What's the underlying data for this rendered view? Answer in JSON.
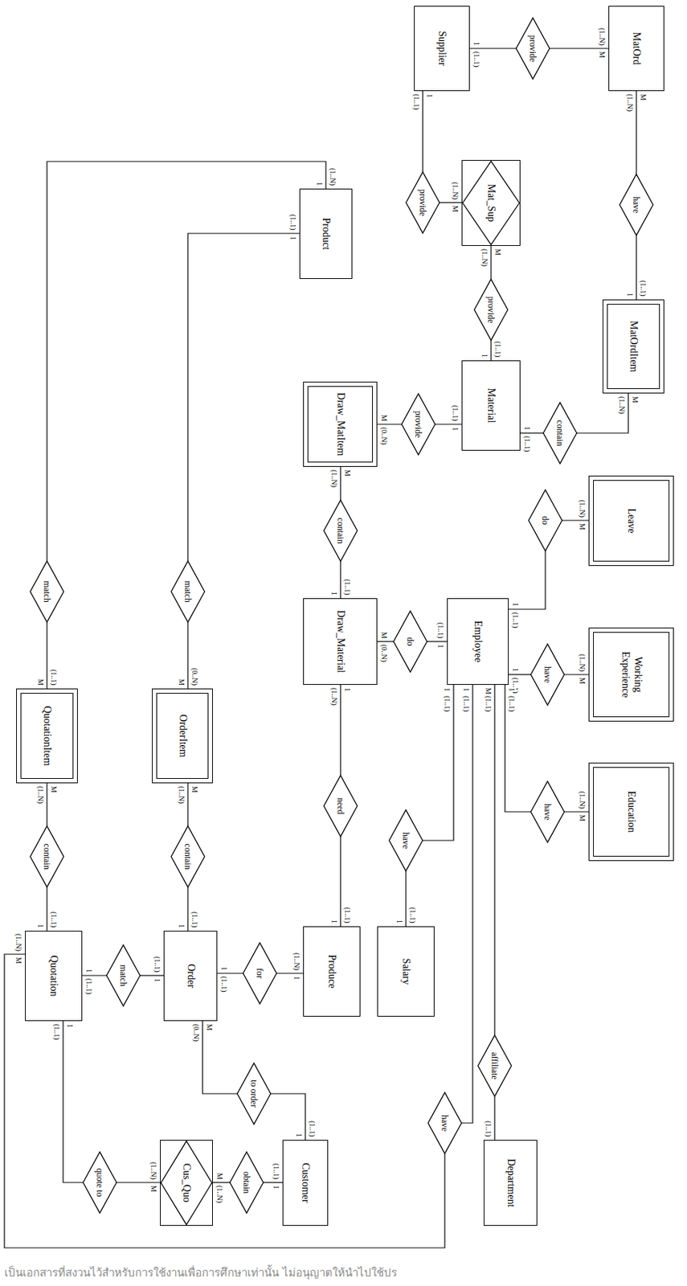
{
  "diagram": {
    "nodes": [
      {
        "text": [
          "Supplier"
        ]
      },
      {
        "text": [
          "provide"
        ]
      },
      {
        "text": [
          "MatOrd"
        ]
      },
      {
        "text": [
          "provide"
        ]
      },
      {
        "text": [
          "Mat_Sup"
        ]
      },
      {
        "text": [
          "have"
        ]
      },
      {
        "text": [
          "MatOrdItem"
        ]
      },
      {
        "text": [
          "provide"
        ]
      },
      {
        "text": [
          "Material"
        ]
      },
      {
        "text": [
          "contain"
        ]
      },
      {
        "text": [
          "provide"
        ]
      },
      {
        "text": [
          "Draw_MatItem"
        ]
      },
      {
        "text": [
          "Product"
        ]
      },
      {
        "text": [
          "contain"
        ]
      },
      {
        "text": [
          "Draw_Material"
        ]
      },
      {
        "text": [
          "do"
        ]
      },
      {
        "text": [
          "Employee"
        ]
      },
      {
        "text": [
          "Leave"
        ]
      },
      {
        "text": [
          "do"
        ]
      },
      {
        "text": [
          "Working Experience"
        ]
      },
      {
        "text": [
          "have"
        ]
      },
      {
        "text": [
          "Education"
        ]
      },
      {
        "text": [
          "have"
        ]
      },
      {
        "text": [
          "QuotationItem"
        ]
      },
      {
        "text": [
          "match"
        ]
      },
      {
        "text": [
          "OrderItem"
        ]
      },
      {
        "text": [
          "match"
        ]
      },
      {
        "text": [
          "contain"
        ]
      },
      {
        "text": [
          "contain"
        ]
      },
      {
        "text": [
          "Quotation"
        ]
      },
      {
        "text": [
          "Order"
        ]
      },
      {
        "text": [
          "match"
        ]
      },
      {
        "text": [
          "for"
        ]
      },
      {
        "text": [
          "Produce"
        ]
      },
      {
        "text": [
          "need"
        ]
      },
      {
        "text": [
          "Salary"
        ]
      },
      {
        "text": [
          "have"
        ]
      },
      {
        "text": [
          "have"
        ]
      },
      {
        "text": [
          "affiliate"
        ]
      },
      {
        "text": [
          "Department"
        ]
      },
      {
        "text": [
          "quote to"
        ]
      },
      {
        "text": [
          "Cus_Quo"
        ]
      },
      {
        "text": [
          "obtain"
        ]
      },
      {
        "text": [
          "Customer"
        ]
      },
      {
        "text": [
          "to order"
        ]
      }
    ],
    "edges": [
      {
        "from": 0,
        "to": 1,
        "arrow": "none"
      },
      {
        "from": 1,
        "to": 2,
        "arrow": "none"
      },
      {
        "from": 0,
        "to": 3,
        "arrow": "none"
      },
      {
        "from": 3,
        "to": 4,
        "arrow": "none"
      },
      {
        "from": 2,
        "to": 5,
        "arrow": "none"
      },
      {
        "from": 5,
        "to": 6,
        "arrow": "none"
      },
      {
        "from": 4,
        "to": 7,
        "arrow": "none"
      },
      {
        "from": 7,
        "to": 8,
        "arrow": "none"
      },
      {
        "from": 8,
        "to": 9,
        "arrow": "none"
      },
      {
        "from": 9,
        "to": 6,
        "arrow": "none"
      },
      {
        "from": 8,
        "to": 10,
        "arrow": "none"
      },
      {
        "from": 10,
        "to": 11,
        "arrow": "none"
      },
      {
        "from": 11,
        "to": 13,
        "arrow": "none"
      },
      {
        "from": 13,
        "to": 14,
        "arrow": "none"
      },
      {
        "from": 14,
        "to": 15,
        "arrow": "none"
      },
      {
        "from": 15,
        "to": 16,
        "arrow": "none"
      },
      {
        "from": 16,
        "to": 18,
        "arrow": "none"
      },
      {
        "from": 18,
        "to": 17,
        "arrow": "none"
      },
      {
        "from": 16,
        "to": 20,
        "arrow": "none"
      },
      {
        "from": 20,
        "to": 19,
        "arrow": "none"
      },
      {
        "from": 16,
        "to": 22,
        "arrow": "none"
      },
      {
        "from": 22,
        "to": 21,
        "arrow": "none"
      },
      {
        "from": 16,
        "to": 38,
        "arrow": "none"
      },
      {
        "from": 38,
        "to": 39,
        "arrow": "none"
      },
      {
        "from": 16,
        "to": 37,
        "arrow": "none"
      },
      {
        "from": 37,
        "to": 29,
        "arrow": "none"
      },
      {
        "from": 16,
        "to": 36,
        "arrow": "none"
      },
      {
        "from": 36,
        "to": 35,
        "arrow": "none"
      },
      {
        "from": 14,
        "to": 34,
        "arrow": "none"
      },
      {
        "from": 34,
        "to": 33,
        "arrow": "none"
      },
      {
        "from": 30,
        "to": 32,
        "arrow": "none"
      },
      {
        "from": 32,
        "to": 33,
        "arrow": "none"
      },
      {
        "from": 29,
        "to": 31,
        "arrow": "none"
      },
      {
        "from": 31,
        "to": 30,
        "arrow": "none"
      },
      {
        "from": 29,
        "to": 27,
        "arrow": "none"
      },
      {
        "from": 27,
        "to": 23,
        "arrow": "none"
      },
      {
        "from": 30,
        "to": 28,
        "arrow": "none"
      },
      {
        "from": 28,
        "to": 25,
        "arrow": "none"
      },
      {
        "from": 23,
        "to": 24,
        "arrow": "none"
      },
      {
        "from": 24,
        "to": 12,
        "arrow": "none"
      },
      {
        "from": 25,
        "to": 26,
        "arrow": "none"
      },
      {
        "from": 26,
        "to": 12,
        "arrow": "none"
      },
      {
        "from": 29,
        "to": 40,
        "arrow": "none"
      },
      {
        "from": 40,
        "to": 41,
        "arrow": "none"
      },
      {
        "from": 41,
        "to": 42,
        "arrow": "none"
      },
      {
        "from": 42,
        "to": 43,
        "arrow": "none"
      },
      {
        "from": 30,
        "to": 44,
        "arrow": "none"
      },
      {
        "from": 44,
        "to": 43,
        "arrow": "none"
      }
    ],
    "labels": [
      "1",
      "(1..1)",
      "M",
      "(1..N)",
      "1",
      "(1..1)",
      "M",
      "(1..N)",
      "M",
      "(1..N)",
      "1",
      "(1..1)",
      "M",
      "(1..N)",
      "1",
      "(1..1)",
      "1",
      "(1..1)",
      "M",
      "(1..N)",
      "1",
      "(1..1)",
      "M",
      "(0..N)",
      "M",
      "(1..N)",
      "1",
      "(1..1)",
      "M",
      "(0..N)",
      "1",
      "(1..1)",
      "1",
      "(1..1)",
      "M",
      "(1..N)",
      "1",
      "(1..1)",
      "M",
      "(1..N)",
      "1",
      "(1..1)",
      "M",
      "(1..N)",
      "M",
      "(1..1)",
      "(1..1)",
      "1",
      "(1..1)",
      "M",
      "(1..N)",
      "1",
      "(1..1)",
      "1",
      "(1..1)",
      "1",
      "(1..N)",
      "1",
      "(1..1)",
      "1",
      "(1..1)",
      "1",
      "(1..N)",
      "1",
      "(1..1)",
      "1",
      "(1..1)",
      "1",
      "(1..1)",
      "M",
      "(1..N)",
      "1",
      "(1..1)",
      "M",
      "(1..N)",
      "M",
      "(1..1)",
      "1",
      "(1..N)",
      "M",
      "(0..N)",
      "1",
      "(1..1)",
      "1",
      "(1..1)",
      "M",
      "(1..N)",
      "M",
      "(1..N)",
      "1",
      "(1..1)",
      "M",
      "(0..N)",
      "1",
      "(1..1)",
      "เป็นเอกสารที่สงวนไว้สำหรับการใช้งานเพื่อการศึกษาเท่านั้น ไม่อนุญาตให้นำไปใช้ปร"
    ]
  }
}
